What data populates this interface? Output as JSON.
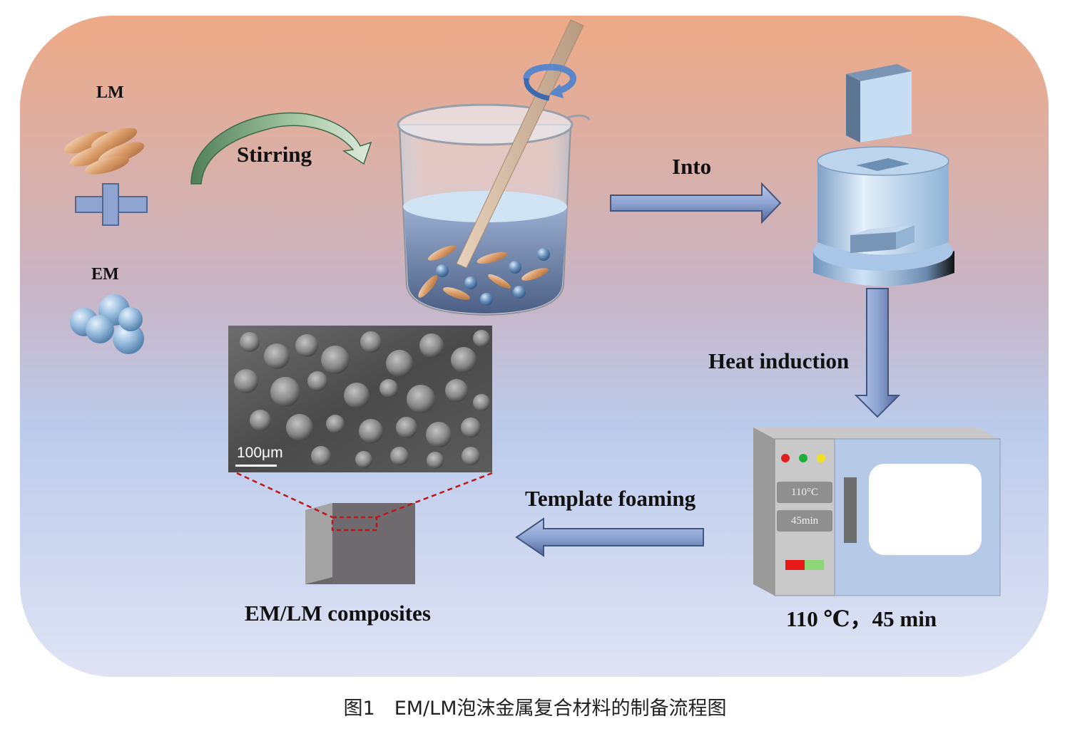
{
  "materials": {
    "lm_label": "LM",
    "em_label": "EM"
  },
  "steps": {
    "stirring": "Stirring",
    "into": "Into",
    "heat_induction": "Heat induction",
    "template_foaming": "Template foaming"
  },
  "oven": {
    "temperature": "110°C",
    "time": "45min"
  },
  "conditions_label": "110 ℃，45 min",
  "sem": {
    "scale_bar": "100μm"
  },
  "product_label": "EM/LM composites",
  "caption": "图1　EM/LM泡沫金属复合材料的制备流程图",
  "colors": {
    "bg_top": "#eab08f",
    "bg_bottom": "#d7def3",
    "arrow": "#6f86b8",
    "accent_red": "#c0161b"
  }
}
